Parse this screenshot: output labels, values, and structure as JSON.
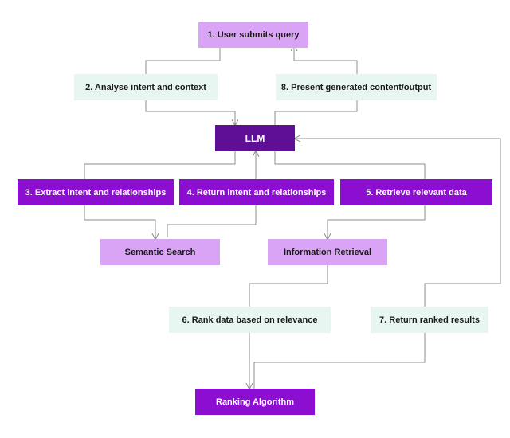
{
  "nodes": {
    "user_query": "1. User submits query",
    "analyse_intent": "2. Analyse intent and context",
    "present_output": "8. Present generated content/output",
    "llm": "LLM",
    "extract_intent": "3. Extract intent and relationships",
    "return_intent": "4. Return intent and relationships",
    "retrieve_data": "5. Retrieve relevant data",
    "semantic_search": "Semantic Search",
    "information_retrieval": "Information Retrieval",
    "rank_data": "6. Rank data based on relevance",
    "return_ranked": "7. Return ranked results",
    "ranking_algorithm": "Ranking Algorithm"
  },
  "colors": {
    "mint": "#e8f6f2",
    "lilac": "#d9a4f5",
    "purple": "#8c0fd1",
    "dark_purple": "#5e0f96",
    "connector": "#8c8c8c"
  }
}
